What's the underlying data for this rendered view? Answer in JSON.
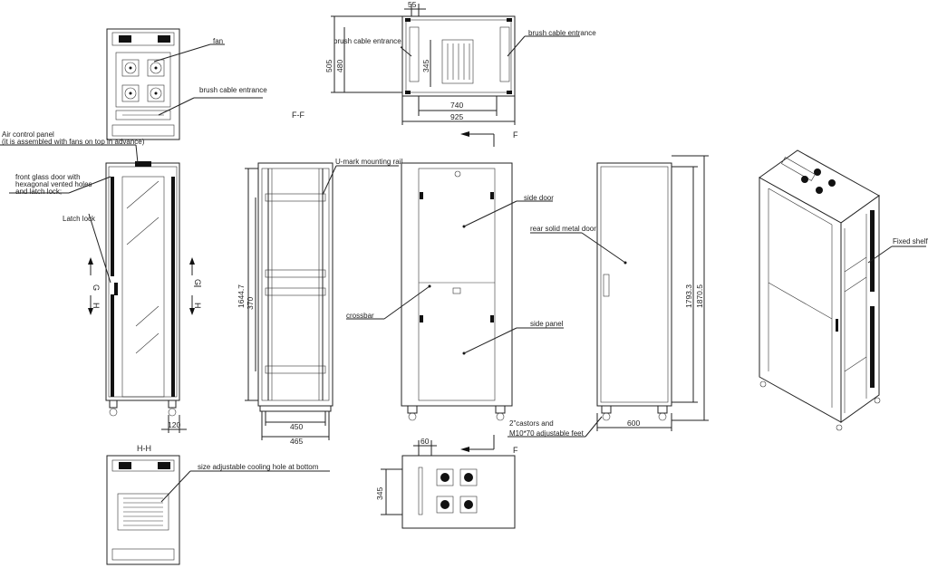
{
  "labels": {
    "fan": "fan",
    "brush_top": "brush cable entrance",
    "brush_ff_left": "brush cable entrance",
    "brush_ff_right": "brush cable entrance",
    "air_panel_1": "Air control panel",
    "air_panel_2": "(it is assembled with fans on top in advance)",
    "front_door_1": "front glass door with",
    "front_door_2": "hexagonal vented holes",
    "front_door_3": "and latch lock;",
    "latch_lock": "Latch lock",
    "umark": "U-mark mounting rail",
    "crossbar": "crossbar",
    "side_door": "side door",
    "side_panel": "side panel",
    "rear_door": "rear solid metal  door",
    "castors_1": "2\"castors and",
    "castors_2": "M10*70 adjustable feet",
    "fixed_shelf": "Fixed shelf",
    "cooling_hole": "size adjustable cooling hole at bottom"
  },
  "sections": {
    "ff": "F-F",
    "hh": "H-H",
    "f_top": "F",
    "f_bottom": "F",
    "g_left": "G",
    "h_left": "H",
    "g_right": "G",
    "h_right": "H"
  },
  "dimensions": {
    "d55": "55",
    "d505": "505",
    "d480": "480",
    "d345_top": "345",
    "d740": "740",
    "d925": "925",
    "d1644": "1644.7",
    "d370": "370",
    "d450": "450",
    "d465": "465",
    "d120": "120",
    "d1793": "1793.3",
    "d1870": "1870.5",
    "d600": "600",
    "d60": "60",
    "d345_bottom": "345"
  }
}
